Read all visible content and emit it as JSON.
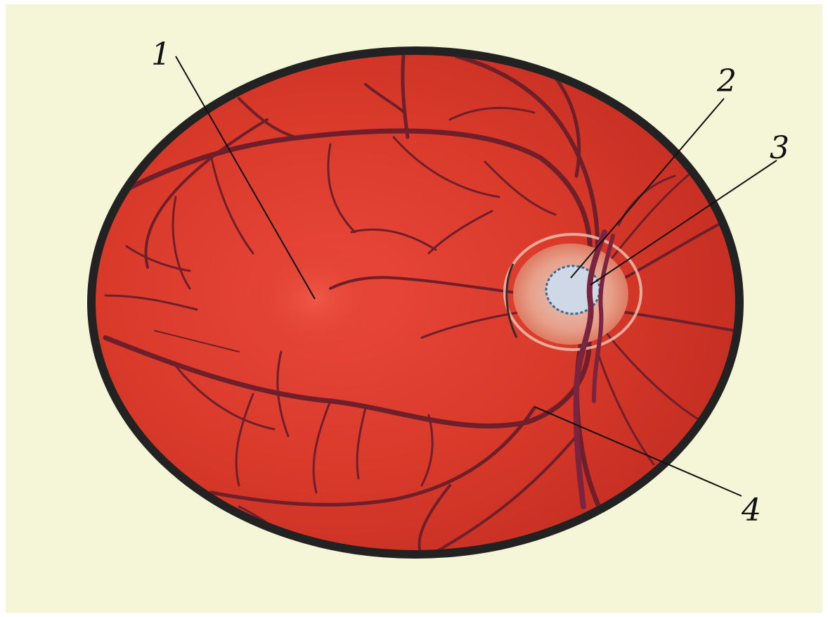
{
  "colors": {
    "page_background": "#f5f5d8",
    "fundus": "#d93a2a",
    "fundus_dark": "#c42e22",
    "rim": "#222222",
    "vessel": "#6e1f2a",
    "optic_disc": "#e8a48c",
    "cup": "#cfd8e6"
  },
  "labels": [
    {
      "id": "1",
      "text": "1"
    },
    {
      "id": "2",
      "text": "2"
    },
    {
      "id": "3",
      "text": "3"
    },
    {
      "id": "4",
      "text": "4"
    }
  ]
}
